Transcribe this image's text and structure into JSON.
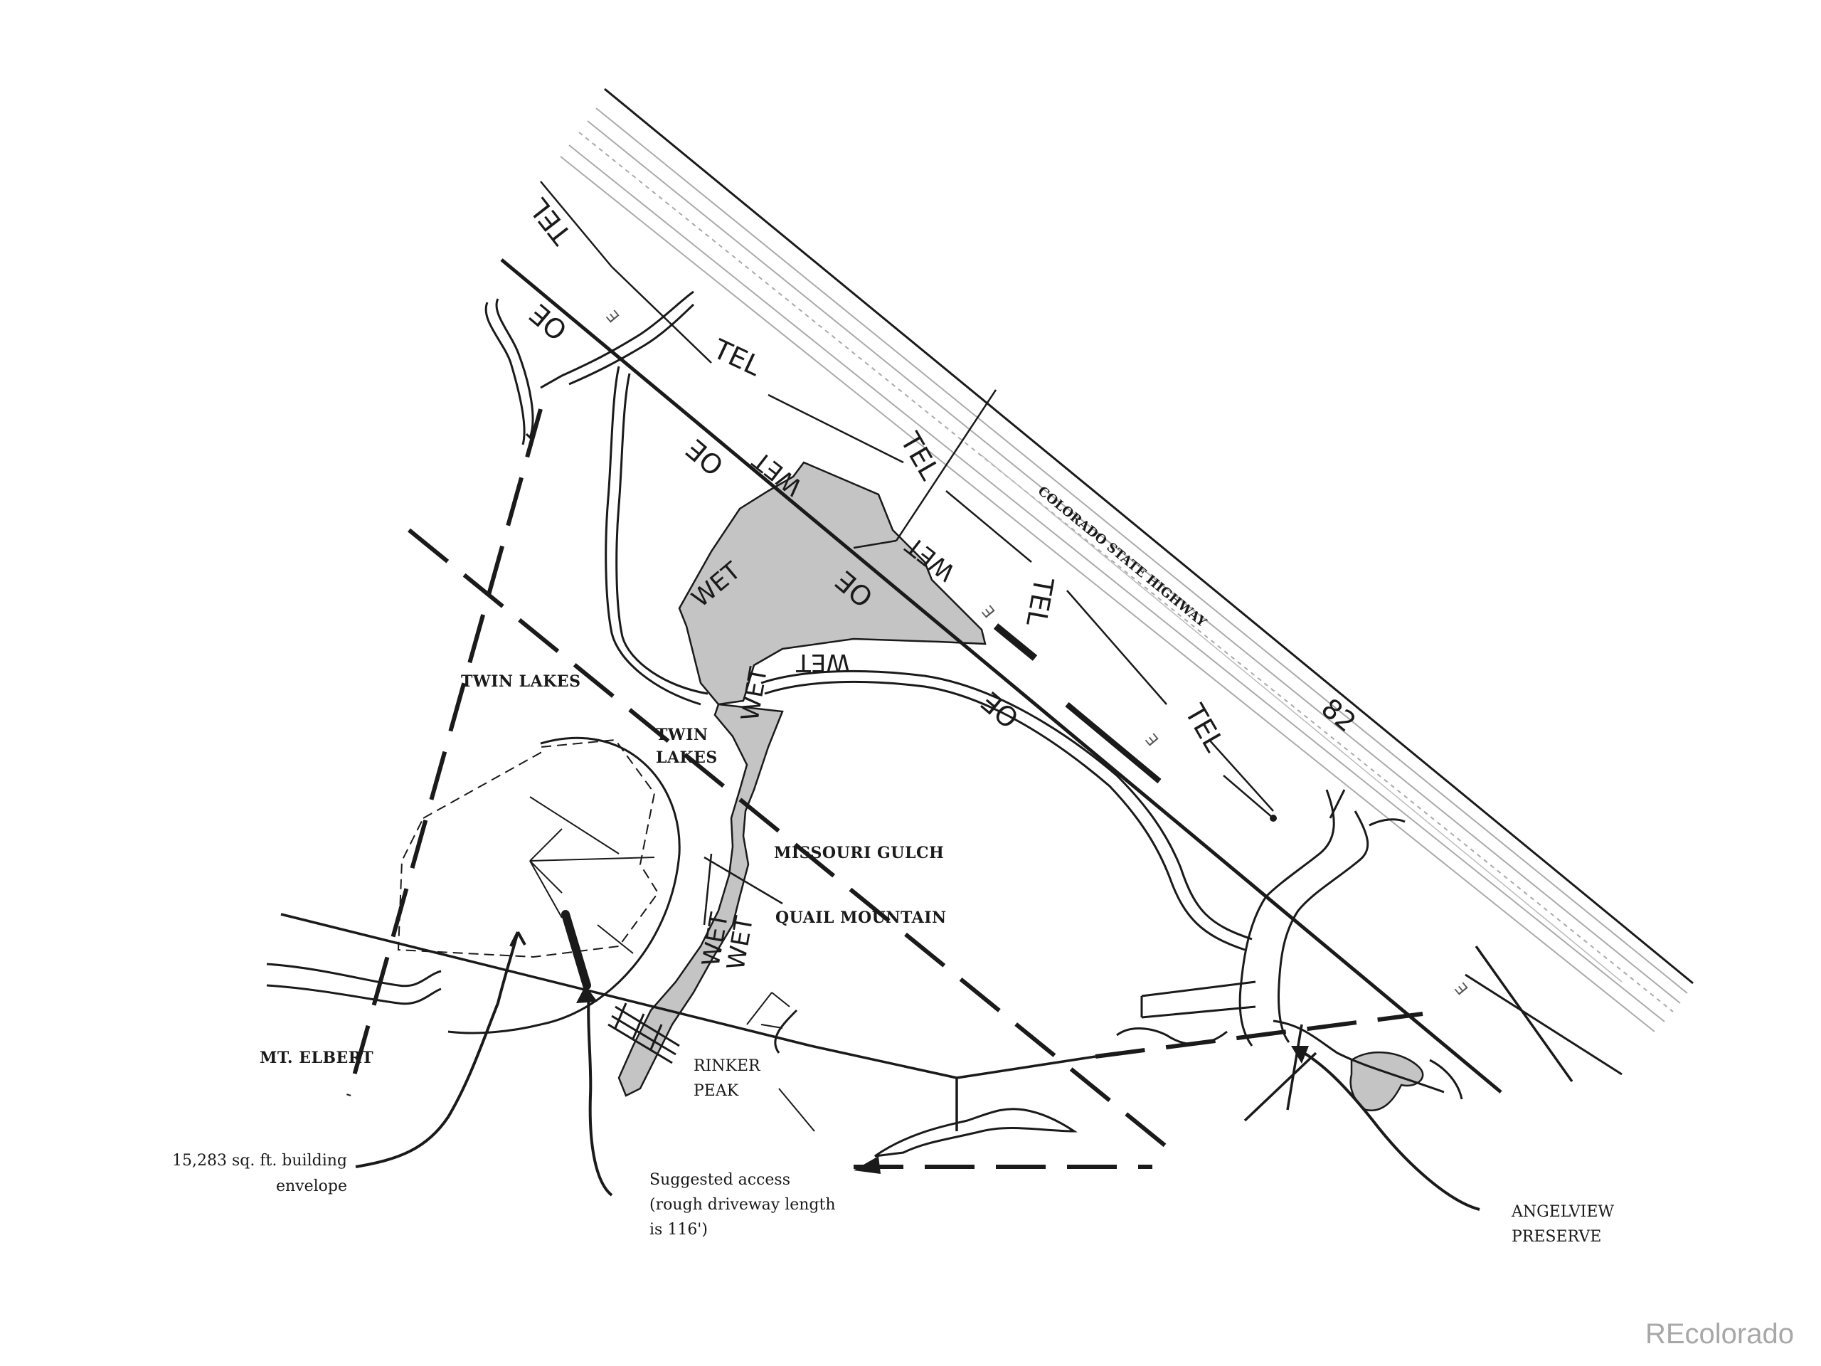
{
  "labels": {
    "twin_lakes_1": "TWIN  LAKES",
    "twin_lakes_2a": "TWIN",
    "twin_lakes_2b": "LAKES",
    "missouri_gulch": "MISSOURI GULCH",
    "quail_mountain": "QUAIL MOUNTAIN",
    "mt_elbert": "MT. ELBERT",
    "rinker_1": "RINKER",
    "rinker_2": "PEAK",
    "angelview_1": "ANGELVIEW",
    "angelview_2": "PRESERVE",
    "highway": "COLORADO STATE HIGHWAY",
    "highway_number": "82"
  },
  "annotations": {
    "envelope_1": "15,283 sq. ft. building",
    "envelope_2": "envelope",
    "access_1": "Suggested access",
    "access_2": "(rough driveway length",
    "access_3": "is 116')"
  },
  "utility_labels": {
    "tel": "TEL",
    "oe": "OE",
    "wet": "WET",
    "e": "E"
  },
  "watermark": "REcolorado",
  "colors": {
    "ink": "#1a1a1a",
    "wetland": "#c4c4c4",
    "highway_lines": "#9a9a9a",
    "watermark": "#a8a8a8"
  }
}
